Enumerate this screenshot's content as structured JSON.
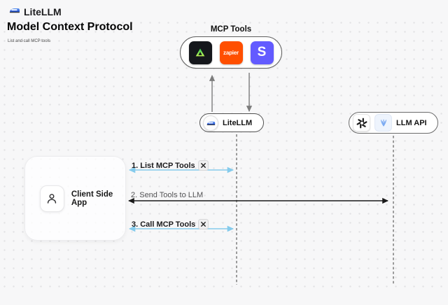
{
  "header": {
    "brand": "LiteLLM",
    "title": "Model Context Protocol",
    "subtitle": "List and call MCP tools"
  },
  "mcp_tools": {
    "label": "MCP Tools",
    "icons": [
      {
        "name": "green-triangle-tool-icon"
      },
      {
        "name": "zapier-icon",
        "text": "zapier"
      },
      {
        "name": "stripe-icon",
        "text": "S"
      }
    ]
  },
  "nodes": {
    "litellm": {
      "label": "LiteLLM"
    },
    "llm_api": {
      "label": "LLM API"
    },
    "client": {
      "label": "Client Side App"
    }
  },
  "sequence": {
    "steps": [
      {
        "label": "1. List MCP Tools",
        "arrow_color": "#85cbec",
        "has_tools_icon": true
      },
      {
        "label": "2. Send Tools to LLM",
        "arrow_color": "#1a1a1a",
        "has_tools_icon": false
      },
      {
        "label": "3. Call MCP Tools",
        "arrow_color": "#85cbec",
        "has_tools_icon": true
      }
    ]
  },
  "colors": {
    "background": "#f7f7f8",
    "dot_grid": "#e2e2e4",
    "zapier_orange": "#ff4f00",
    "stripe_purple": "#635bff",
    "arrow_blue": "#85cbec",
    "arrow_black": "#1a1a1a",
    "lifeline_gray": "#909090"
  }
}
